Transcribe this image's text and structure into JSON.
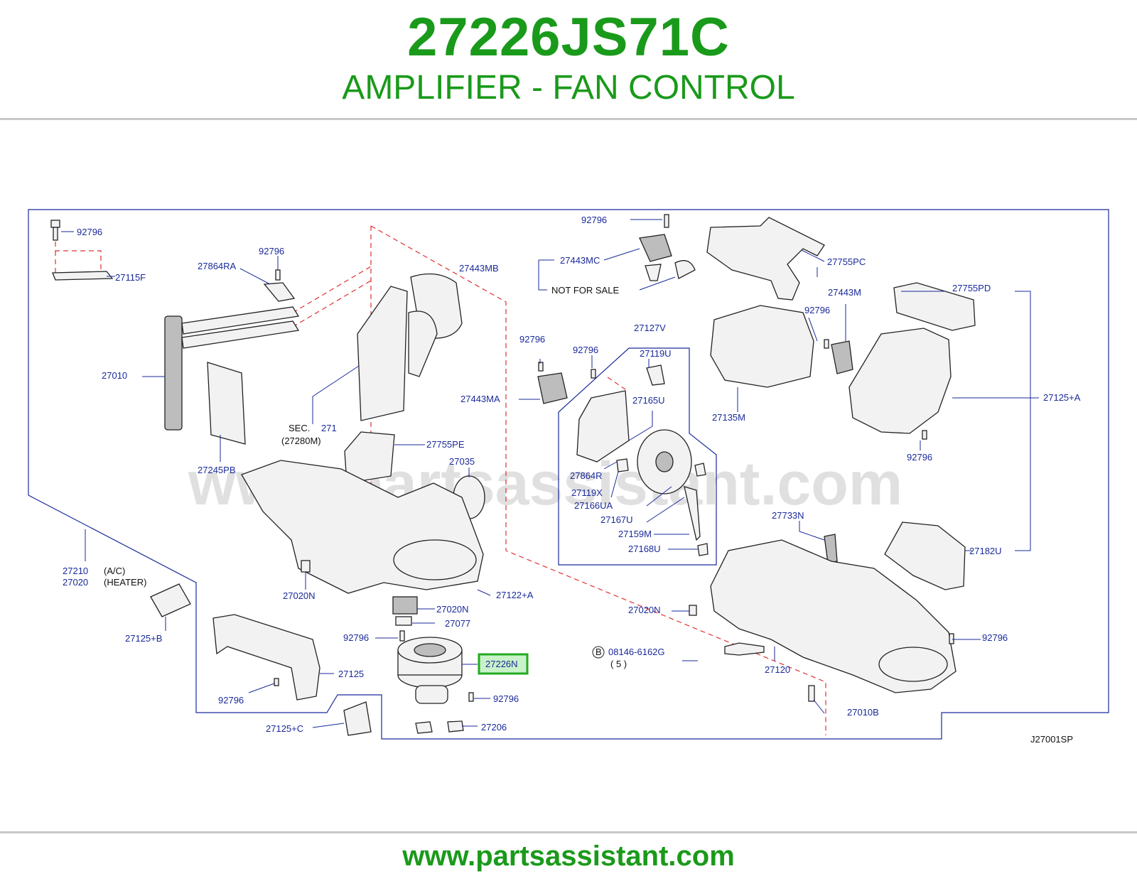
{
  "header": {
    "part_number": "27226JS71C",
    "description": "AMPLIFIER - FAN CONTROL"
  },
  "footer": {
    "url": "www.partsassistant.com"
  },
  "diagram": {
    "watermark": "www.partsassistant.com",
    "code": "J27001SP",
    "highlighted_callout": "27226N",
    "highlight_color": "#22aa22",
    "label_color": "#1a2a9a",
    "title_color": "#1a9a1a",
    "callouts": {
      "c92796_tl": "92796",
      "c27115F": "27115F",
      "c27864RA": "27864RA",
      "c92796_a": "92796",
      "c27443MB": "27443MB",
      "c27010": "27010",
      "c27245PB": "27245PB",
      "sec": "SEC.",
      "sec_num": "271",
      "sec_sub": "(27280M)",
      "c27755PE": "27755PE",
      "c27035": "27035",
      "c27210": "27210",
      "ac": "(A/C)",
      "c27020": "27020",
      "heater": "(HEATER)",
      "c27020N_a": "27020N",
      "c27122A": "27122+A",
      "c27020N_b": "27020N",
      "c27077": "27077",
      "c92796_b": "92796",
      "c27125B": "27125+B",
      "c27125": "27125",
      "c92796_c": "92796",
      "c92796_d": "92796",
      "c27206": "27206",
      "c27125C": "27125+C",
      "c92796_top": "92796",
      "c27443MC": "27443MC",
      "nfs": "NOT   FOR   SALE",
      "c27755PC": "27755PC",
      "c27443M": "27443M",
      "c27755PD": "27755PD",
      "c92796_e": "92796",
      "c27127V": "27127V",
      "c92796_f": "92796",
      "c92796_g": "92796",
      "c27119U": "27119U",
      "c27443MA": "27443MA",
      "c27165U": "27165U",
      "c27864R": "27864R",
      "c27119X": "27119X",
      "c27166UA": "27166UA",
      "c27167U": "27167U",
      "c27159M": "27159M",
      "c27168U": "27168U",
      "c27135M": "27135M",
      "c27125A": "27125+A",
      "c92796_h": "92796",
      "c27733N": "27733N",
      "c27182U": "27182U",
      "c27020N_c": "27020N",
      "bolt_b": "B",
      "c08146": "08146-6162G",
      "qty5": "(   5   )",
      "c92796_i": "92796",
      "c27120": "27120",
      "c27010B": "27010B"
    }
  }
}
